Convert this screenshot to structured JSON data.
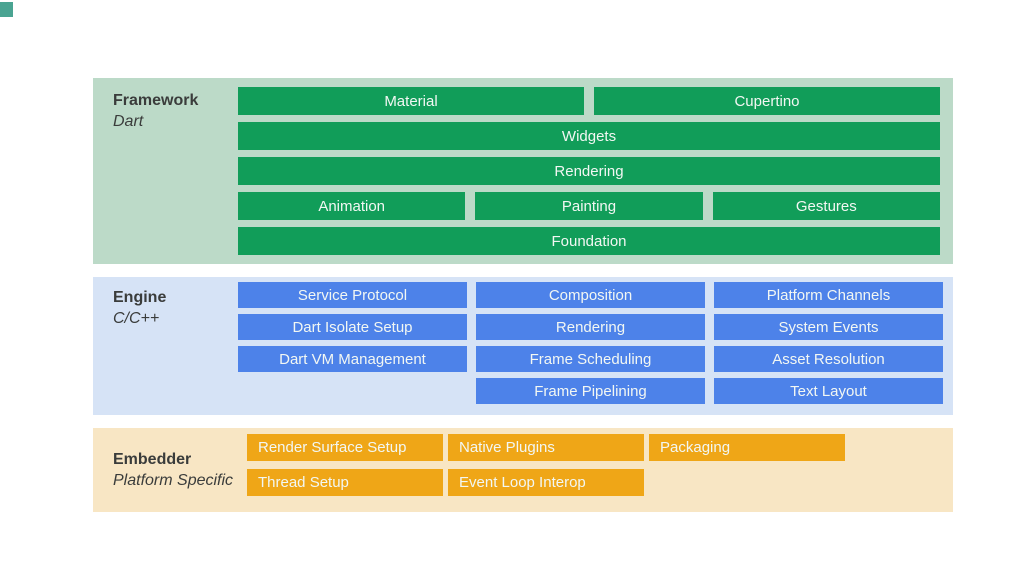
{
  "colors": {
    "framework-panel": "#BCDAC8",
    "framework-bar": "#119D59",
    "engine-panel": "#D6E3F6",
    "engine-bar": "#4D82E9",
    "embedder-panel": "#F8E6C4",
    "embedder-bar": "#EFA617",
    "corner-mark": "#4AA492",
    "label-text": "#3A3C3B",
    "bar-text": "#F2F7F3"
  },
  "layers": [
    {
      "title": "Framework",
      "subtitle": "Dart",
      "rows": [
        [
          "Material",
          "Cupertino"
        ],
        [
          "Widgets"
        ],
        [
          "Rendering"
        ],
        [
          "Animation",
          "Painting",
          "Gestures"
        ],
        [
          "Foundation"
        ]
      ]
    },
    {
      "title": "Engine",
      "subtitle": "C/C++",
      "columns": [
        [
          "Service Protocol",
          "Dart Isolate Setup",
          "Dart VM Management"
        ],
        [
          "Composition",
          "Rendering",
          "Frame Scheduling",
          "Frame Pipelining"
        ],
        [
          "Platform Channels",
          "System Events",
          "Asset Resolution",
          "Text Layout"
        ]
      ]
    },
    {
      "title": "Embedder",
      "subtitle": "Platform Specific",
      "rows": [
        [
          "Render Surface Setup",
          "Native Plugins",
          "Packaging"
        ],
        [
          "Thread Setup",
          "Event Loop Interop"
        ]
      ]
    }
  ]
}
